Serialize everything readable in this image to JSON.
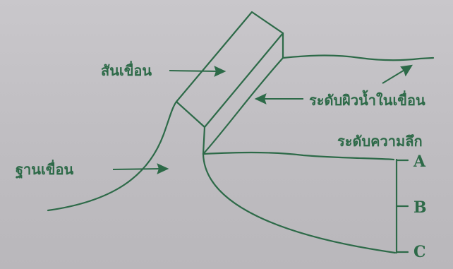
{
  "diagram": {
    "labels": {
      "dam_crest": "สันเขื่อน",
      "water_surface": "ระดับผิวน้ำในเขื่อน",
      "dam_base": "ฐานเขื่อน",
      "depth_level": "ระดับความลึก"
    },
    "depth_markers": [
      "A",
      "B",
      "C"
    ],
    "ink_color": "#2d6a48",
    "background_color": "#c4c2c6"
  }
}
